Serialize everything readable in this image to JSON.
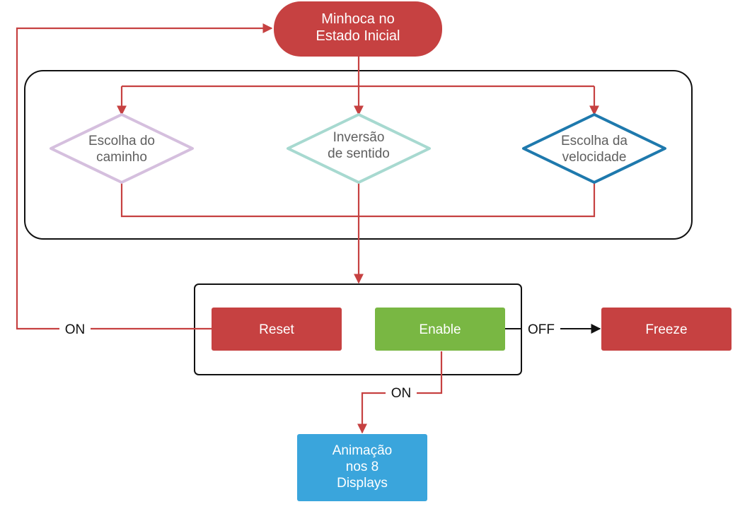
{
  "colors": {
    "red": "#c64141",
    "green": "#79b743",
    "blue": "#3aa5dc",
    "purple_outline": "#d5bfde",
    "teal_outline": "#a7d9d0",
    "darkblue_outline": "#1e79ad",
    "text_dark": "#5f5f5f",
    "text_light": "#ffffff",
    "connector_red": "#c64141",
    "connector_black": "#111111"
  },
  "nodes": {
    "start": [
      "Minhoca no",
      "Estado Inicial"
    ],
    "choice_path": [
      "Escolha do",
      "caminho"
    ],
    "choice_reverse": [
      "Inversão",
      "de sentido"
    ],
    "choice_speed": [
      "Escolha da",
      "velocidade"
    ],
    "reset": "Reset",
    "enable": "Enable",
    "freeze": "Freeze",
    "animation": [
      "Animação",
      "nos 8",
      "Displays"
    ]
  },
  "edge_labels": {
    "reset_on": "ON",
    "enable_off": "OFF",
    "enable_on": "ON"
  },
  "icons": {
    "arrowhead_red": "arrowhead",
    "arrowhead_black": "arrowhead"
  }
}
